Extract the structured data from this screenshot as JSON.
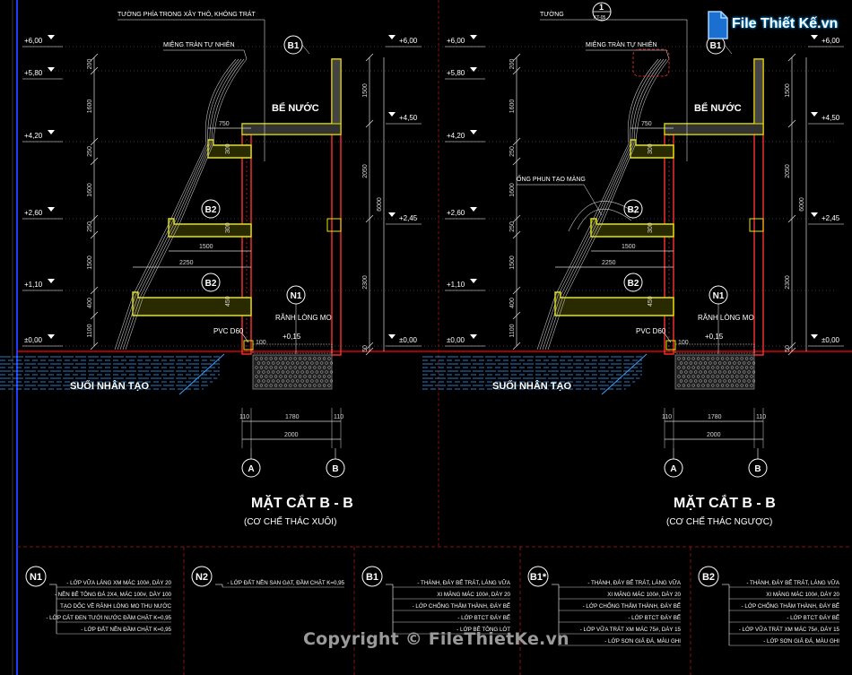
{
  "colors": {
    "bg": "#000000",
    "wall": "#ff3030",
    "slab": "#e8e800",
    "dim": "#d8d8d8",
    "grid": "#6a6a6a",
    "water": "#3aa0ff",
    "red_line": "#ff0000"
  },
  "sections": [
    {
      "labels": {
        "wall_note": "TƯỜNG PHÍA TRONG XÂY THÔ, KHÔNG TRÁT",
        "top_note": "MIỆNG TRÀN TỰ NHIÊN",
        "tank": "BỂ NƯỚC",
        "stream": "SUỐI NHÂN TẠO",
        "groove": "RÃNH LÒNG MO",
        "pvc": "PVC D60",
        "title": "MẶT CẮT B - B",
        "subtitle": "(CƠ CHẾ THÁC XUÔI)",
        "pipe": "",
        "callout_num": "",
        "callout_ref": ""
      }
    },
    {
      "labels": {
        "wall_note": "TƯỜNG",
        "top_note": "MIỆNG TRÀN TỰ NHIÊN",
        "tank": "BỂ NƯỚC",
        "stream": "SUỐI NHÂN TẠO",
        "groove": "RÃNH LÒNG MO",
        "pvc": "PVC D60",
        "title": "MẶT CẮT B - B",
        "subtitle": "(CƠ CHẾ THÁC NGƯỢC)",
        "pipe": "ỐNG PHUN TẠO MÀNG",
        "callout_num": "1",
        "callout_ref": "KT-05"
      }
    }
  ],
  "tags": {
    "b1": "B1",
    "b2": "B2",
    "n1": "N1",
    "a": "A",
    "b": "B"
  },
  "levels": {
    "left": [
      "+6,00",
      "+5,80",
      "+4,20",
      "+2,60",
      "+1,10",
      "±0,00"
    ],
    "right": [
      "+6,00",
      "+4,50",
      "+2,45",
      "±0,00"
    ],
    "groove_level": "+0,15"
  },
  "dims": {
    "left_col": [
      "200",
      "1600",
      "250",
      "1600",
      "250",
      "1500",
      "400",
      "1100"
    ],
    "right_col": [
      "1500",
      "2050",
      "2300",
      "50"
    ],
    "total": "6000",
    "slab_thk": [
      "300",
      "300",
      "450"
    ],
    "w750": "750",
    "w1500": "1500",
    "w2250": "2250",
    "w100": "100",
    "base": [
      "110",
      "1780",
      "110"
    ],
    "base_total": "2000"
  },
  "legend": [
    {
      "tag": "N1",
      "lines": [
        "- LỚP VỮA LÁNG XM MÁC 100#, DÀY 20",
        "- NỀN BÊ TÔNG ĐÁ 2X4, MÁC 100#, DÀY 100",
        "TẠO DỐC VỀ RÃNH LÒNG MO THU NƯỚC",
        "- LỚP CÁT ĐEN TƯỚI NƯỚC ĐẦM CHẶT K=0,95",
        "- LỚP ĐẤT NỀN ĐẦM CHẶT K=0,95"
      ]
    },
    {
      "tag": "N2",
      "lines": [
        "- LỚP ĐẤT NỀN SAN GẠT, ĐẦM CHẶT K=0,95"
      ]
    },
    {
      "tag": "B1",
      "lines": [
        "- THÀNH, ĐÁY BỂ TRÁT, LÁNG VỮA",
        "XI MĂNG MÁC 100#, DÀY 20",
        "- LỚP CHỐNG THẤM THÀNH, ĐÁY BỂ",
        "- LỚP BTCT ĐÁY BỂ",
        "- LỚP BÊ TÔNG LÓT"
      ]
    },
    {
      "tag": "B1*",
      "lines": [
        "- THÀNH, ĐÁY BỂ TRÁT, LÁNG VỮA",
        "XI MĂNG MÁC 100#, DÀY 20",
        "- LỚP CHỐNG THẤM THÀNH, ĐÁY BỂ",
        "- LỚP BTCT ĐÁY BỂ",
        "- LỚP VỮA TRÁT XM MÁC 75#, DÀY 15",
        "- LỚP SƠN GIẢ ĐÁ, MÀU GHI"
      ]
    },
    {
      "tag": "B2",
      "lines": [
        "- THÀNH, ĐÁY BỂ TRÁT, LÁNG VỮA",
        "XI MĂNG MÁC 100#, DÀY 20",
        "- LỚP CHỐNG THẤM THÀNH, ĐÁY BỂ",
        "- LỚP BTCT ĐÁY BỂ",
        "- LỚP VỮA TRÁT XM MÁC 75#, DÀY 15",
        "- LỚP SƠN GIẢ ĐÁ, MÀU GHI"
      ]
    }
  ],
  "watermark": {
    "copyright": "Copyright © FileThietKe.vn",
    "logo": "File Thiết Kế.vn"
  }
}
